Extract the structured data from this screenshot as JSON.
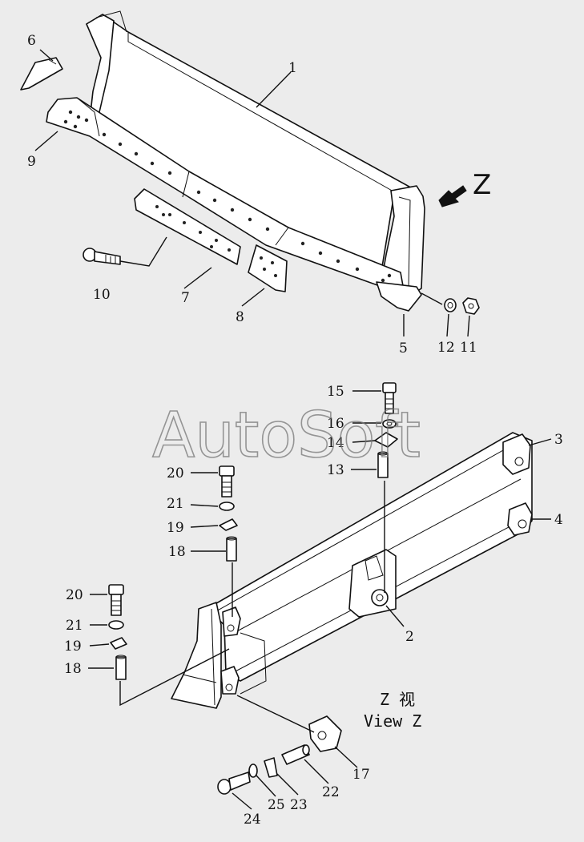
{
  "watermark": "AutoSoft",
  "view_arrow_letter": "Z",
  "view_caption": {
    "line1": "Z 视",
    "line2": "View Z"
  },
  "callouts": [
    "1",
    "2",
    "3",
    "4",
    "5",
    "6",
    "7",
    "8",
    "9",
    "10",
    "11",
    "12",
    "13",
    "14",
    "15",
    "16",
    "17",
    "18",
    "18",
    "19",
    "19",
    "20",
    "20",
    "21",
    "21",
    "22",
    "23",
    "24",
    "25"
  ]
}
